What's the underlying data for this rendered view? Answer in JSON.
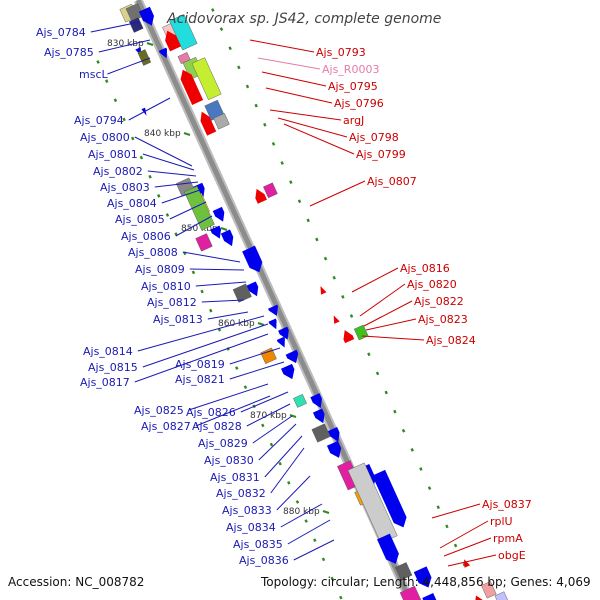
{
  "title": "Acidovorax sp. JS42, complete genome",
  "accession": "Accession: NC_008782",
  "topology": "Topology: circular; Length: 4,448,856 bp; Genes: 4,069",
  "colors": {
    "backbone": "#8c8c8c",
    "left_label": "#1a1ab4",
    "right_label": "#cc0000",
    "rna_label": "#e87aa8",
    "tick": "#2e8b20",
    "forward_gene": "#0000ee",
    "reverse_gene": "#ee0000"
  },
  "kbp_marks": [
    "830 kbp",
    "840 kbp",
    "850 kbp",
    "860 kbp",
    "870 kbp",
    "880 kbp"
  ],
  "left_labels": [
    "Ajs_0784",
    "Ajs_0785",
    "mscL",
    "Ajs_0794",
    "Ajs_0800",
    "Ajs_0801",
    "Ajs_0802",
    "Ajs_0803",
    "Ajs_0804",
    "Ajs_0805",
    "Ajs_0806",
    "Ajs_0808",
    "Ajs_0809",
    "Ajs_0810",
    "Ajs_0812",
    "Ajs_0813",
    "Ajs_0814",
    "Ajs_0815",
    "Ajs_0817",
    "Ajs_0819",
    "Ajs_0821",
    "Ajs_0825",
    "Ajs_0826",
    "Ajs_0827",
    "Ajs_0828",
    "Ajs_0829",
    "Ajs_0830",
    "Ajs_0831",
    "Ajs_0832",
    "Ajs_0833",
    "Ajs_0834",
    "Ajs_0835",
    "Ajs_0836"
  ],
  "right_labels": [
    "Ajs_0793",
    "Ajs_R0003",
    "Ajs_0795",
    "Ajs_0796",
    "argJ",
    "Ajs_0798",
    "Ajs_0799",
    "Ajs_0807",
    "Ajs_0816",
    "Ajs_0820",
    "Ajs_0822",
    "Ajs_0823",
    "Ajs_0824",
    "Ajs_0837",
    "rplU",
    "rpmA",
    "obgE"
  ]
}
